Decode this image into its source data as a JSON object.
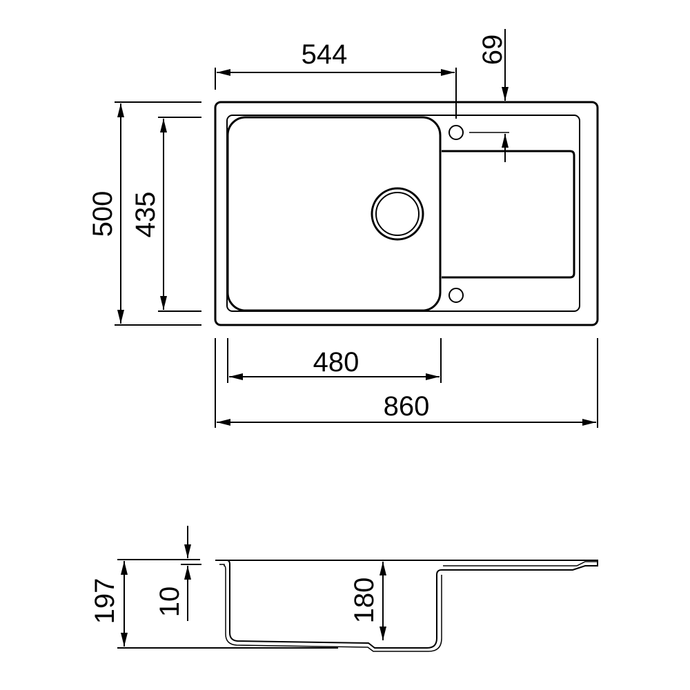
{
  "colors": {
    "line": "#000000",
    "background": "#ffffff"
  },
  "plan_view": {
    "dimensions": {
      "overall_width": "860",
      "overall_depth": "500",
      "bowl_depth": "435",
      "bowl_width": "480",
      "tap_hole_offset": "544",
      "tap_hole_inset": "69"
    }
  },
  "section_view": {
    "dimensions": {
      "total_height": "197",
      "rim_thickness": "10",
      "bowl_height": "180"
    }
  }
}
